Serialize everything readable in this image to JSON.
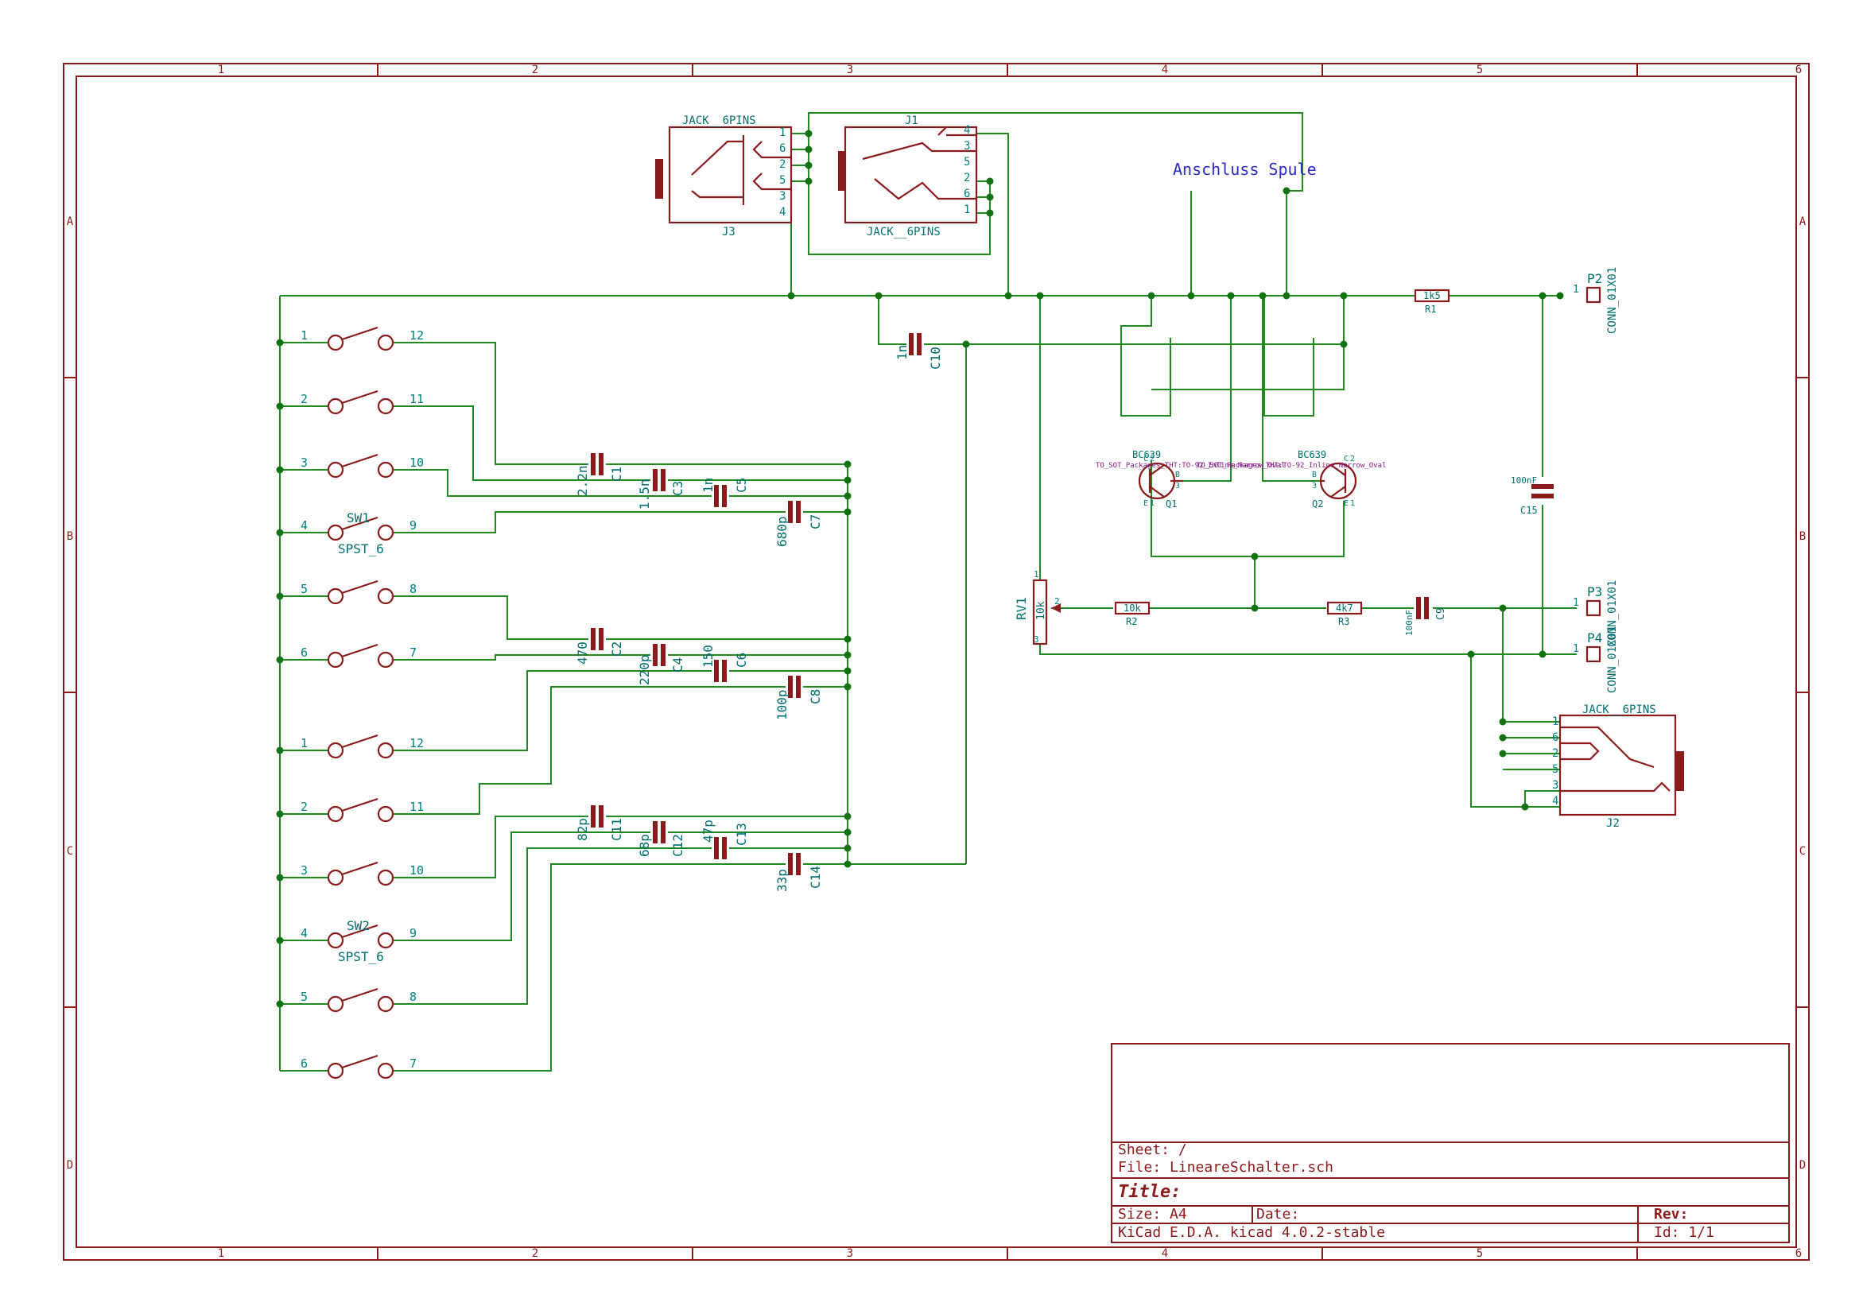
{
  "border": {
    "columns": [
      "1",
      "2",
      "3",
      "4",
      "5",
      "6"
    ],
    "rows": [
      "A",
      "B",
      "C",
      "D"
    ]
  },
  "note": "Anschluss Spule",
  "jacks": [
    {
      "ref": "J3",
      "value": "JACK__6PINS",
      "pins": [
        "1",
        "6",
        "2",
        "5",
        "3",
        "4"
      ]
    },
    {
      "ref": "J1",
      "value": "JACK__6PINS",
      "pins": [
        "4",
        "3",
        "5",
        "2",
        "6",
        "1"
      ]
    },
    {
      "ref": "J2",
      "value": "JACK__6PINS",
      "pins": [
        "1",
        "6",
        "2",
        "5",
        "3",
        "4"
      ]
    }
  ],
  "switches": [
    {
      "ref": "SW1",
      "value": "SPST_6",
      "poles": [
        [
          "1",
          "12"
        ],
        [
          "2",
          "11"
        ],
        [
          "3",
          "10"
        ],
        [
          "4",
          "9"
        ],
        [
          "5",
          "8"
        ],
        [
          "6",
          "7"
        ]
      ]
    },
    {
      "ref": "SW2",
      "value": "SPST_6",
      "poles": [
        [
          "1",
          "12"
        ],
        [
          "2",
          "11"
        ],
        [
          "3",
          "10"
        ],
        [
          "4",
          "9"
        ],
        [
          "5",
          "8"
        ],
        [
          "6",
          "7"
        ]
      ]
    }
  ],
  "capacitors": [
    {
      "ref": "C1",
      "value": "2.2n"
    },
    {
      "ref": "C3",
      "value": "1.5n"
    },
    {
      "ref": "C5",
      "value": "1n"
    },
    {
      "ref": "C7",
      "value": "680p"
    },
    {
      "ref": "C2",
      "value": "470"
    },
    {
      "ref": "C4",
      "value": "220p"
    },
    {
      "ref": "C6",
      "value": "150"
    },
    {
      "ref": "C8",
      "value": "100p"
    },
    {
      "ref": "C11",
      "value": "82p"
    },
    {
      "ref": "C12",
      "value": "68p"
    },
    {
      "ref": "C13",
      "value": "47p"
    },
    {
      "ref": "C14",
      "value": "33p"
    },
    {
      "ref": "C10",
      "value": "1n"
    },
    {
      "ref": "C9",
      "value": "100nF"
    },
    {
      "ref": "C15",
      "value": "100nF"
    }
  ],
  "resistors": [
    {
      "ref": "R1",
      "value": "1k5"
    },
    {
      "ref": "R2",
      "value": "10k"
    },
    {
      "ref": "R3",
      "value": "4k7"
    }
  ],
  "potentiometer": {
    "ref": "RV1",
    "value": "10k",
    "pins": [
      "1",
      "2",
      "3"
    ]
  },
  "transistors": [
    {
      "ref": "Q1",
      "value": "BC639",
      "footprint": "TO_SOT_Packages_THT:TO-92_Inline_Narrow_Oval",
      "pins": [
        "C",
        "B",
        "E",
        "2",
        "3",
        "1"
      ]
    },
    {
      "ref": "Q2",
      "value": "BC639",
      "footprint": "TO_SOT_Packages_THT:TO-92_Inline_Narrow_Oval",
      "pins": [
        "C",
        "B",
        "E",
        "2",
        "3",
        "1"
      ]
    }
  ],
  "connectors": [
    {
      "ref": "P2",
      "value": "CONN_01X01",
      "pin": "1"
    },
    {
      "ref": "P3",
      "value": "CONN_01X01",
      "pin": "1"
    },
    {
      "ref": "P4",
      "value": "CONN_01X01",
      "pin": "1"
    }
  ],
  "title_block": {
    "sheet": "Sheet: /",
    "file": "File: LineareSchalter.sch",
    "title": "Title:",
    "size": "Size: A4",
    "date": "Date:",
    "rev": "Rev:",
    "tool": "KiCad E.D.A.  kicad 4.0.2-stable",
    "id": "Id: 1/1"
  }
}
